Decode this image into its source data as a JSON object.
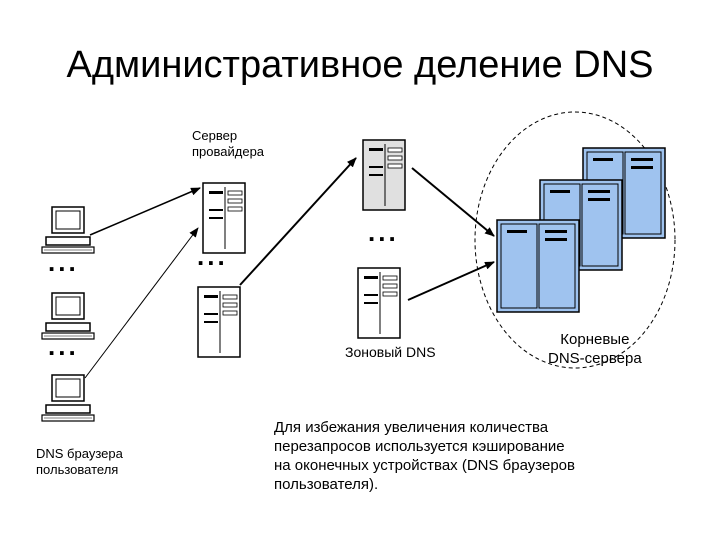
{
  "title": "Административное деление DNS",
  "labels": {
    "provider_server_line1": "Сервер",
    "provider_server_line2": "провайдера",
    "zone_dns": "Зоновый DNS",
    "root_servers_line1": "Корневые",
    "root_servers_line2": "DNS-сервера",
    "user_browser_line1": "DNS браузера",
    "user_browser_line2": "пользователя"
  },
  "ellipsis": "...",
  "note_lines": [
    "Для избежания увеличения количества",
    "перезапросов используется кэширование",
    "на оконечных устройствах (DNS браузеров",
    "пользователя)."
  ],
  "colors": {
    "root_server_fill": "#9fc3ef",
    "grey_server_fill": "#e0e0e0",
    "arrow": "#000000",
    "ellipse": "#000000"
  }
}
